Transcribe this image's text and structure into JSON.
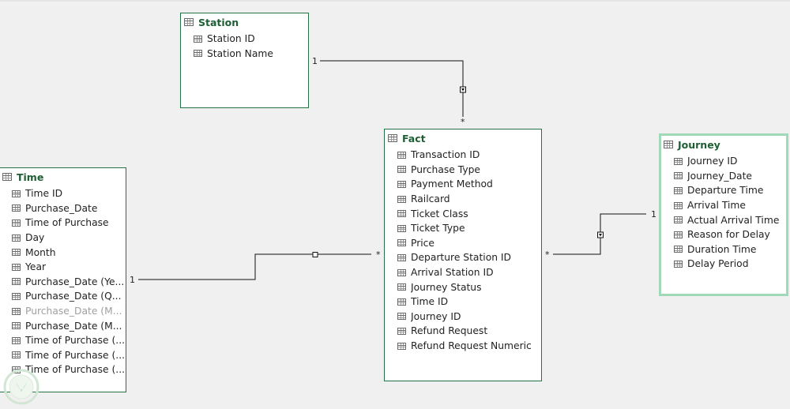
{
  "tables": {
    "station": {
      "title": "Station",
      "fields": [
        "Station ID",
        "Station Name"
      ]
    },
    "fact": {
      "title": "Fact",
      "fields": [
        "Transaction ID",
        "Purchase Type",
        "Payment Method",
        "Railcard",
        "Ticket Class",
        "Ticket Type",
        "Price",
        "Departure Station ID",
        "Arrival Station ID",
        "Journey Status",
        "Time ID",
        "Journey ID",
        "Refund Request",
        "Refund Request Numeric"
      ]
    },
    "time": {
      "title": "Time",
      "fields": [
        "Time ID",
        "Purchase_Date",
        "Time of Purchase",
        "Day",
        "Month",
        "Year",
        "Purchase_Date (Ye...",
        "Purchase_Date (Q...",
        "Purchase_Date (M...",
        "Purchase_Date (M...",
        "Time of Purchase (...",
        "Time of Purchase (...",
        "Time of Purchase (..."
      ],
      "dimmed_index": 8
    },
    "journey": {
      "title": "Journey",
      "fields": [
        "Journey ID",
        "Journey_Date",
        "Departure Time",
        "Arrival Time",
        "Actual Arrival Time",
        "Reason for Delay",
        "Duration Time",
        "Delay Period"
      ]
    }
  },
  "relationships": {
    "station_fact": {
      "one": "1",
      "many": "*"
    },
    "time_fact": {
      "one": "1",
      "many": "*"
    },
    "journey_fact": {
      "one": "1",
      "many": "*"
    }
  },
  "colors": {
    "border": "#217346",
    "title": "#1e5e34",
    "selected_border": "#9fd9b8",
    "canvas": "#f0f0f0"
  }
}
